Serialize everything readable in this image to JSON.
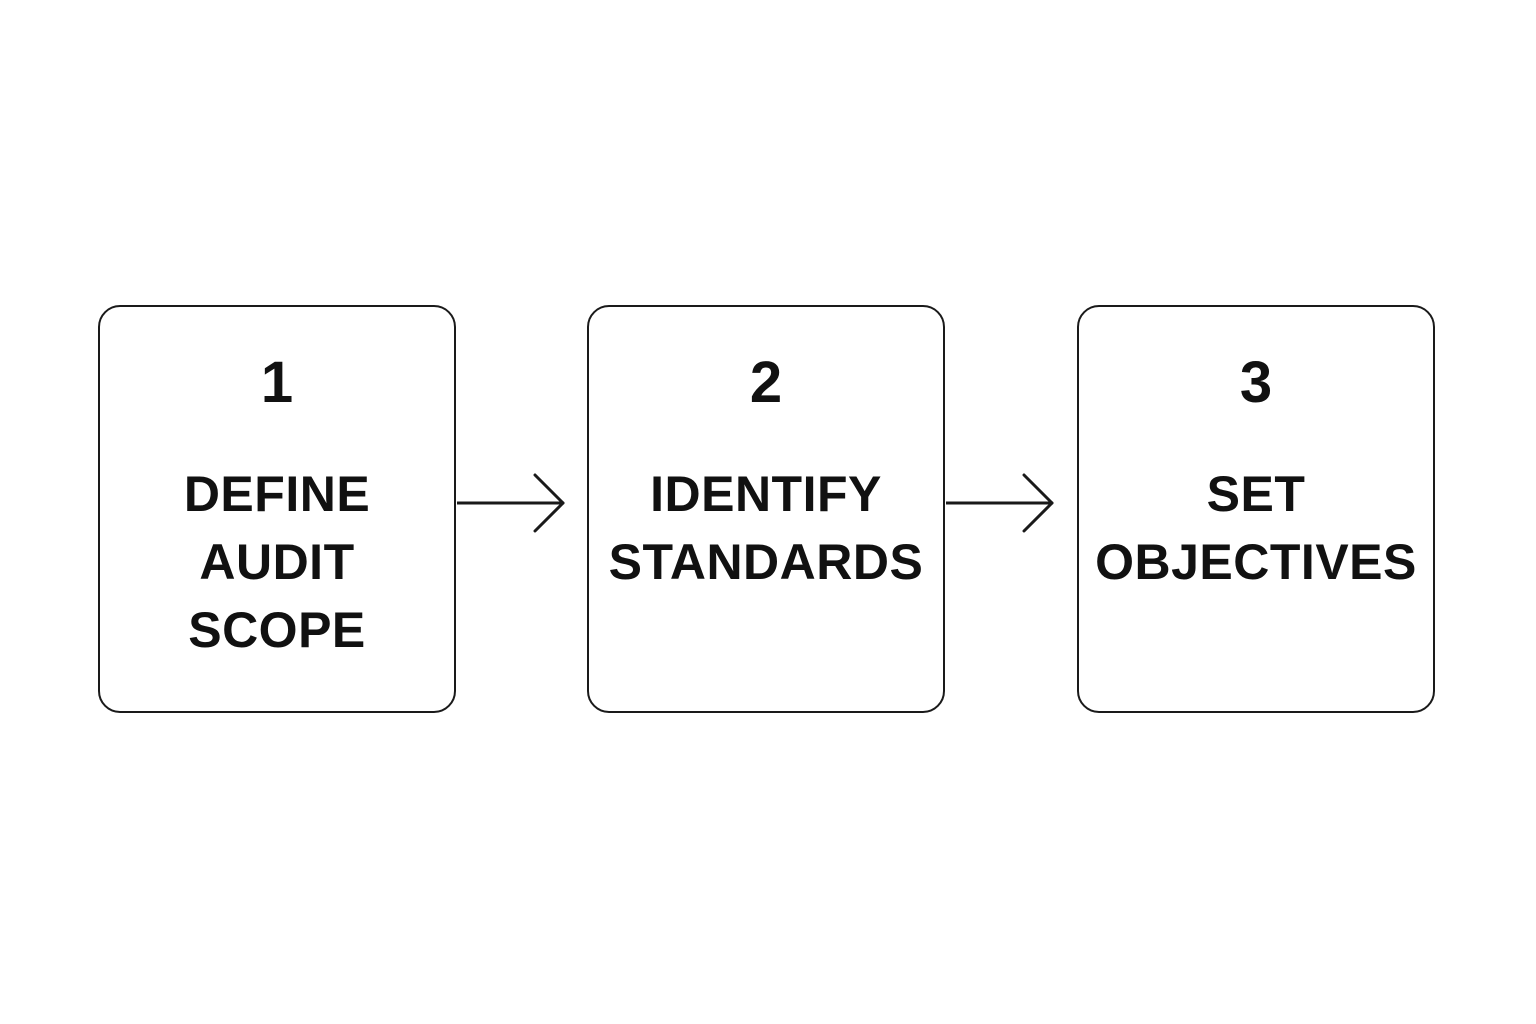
{
  "steps": [
    {
      "number": "1",
      "lines": [
        "DEFINE",
        "AUDIT",
        "SCOPE"
      ]
    },
    {
      "number": "2",
      "lines": [
        "IDENTIFY",
        "STANDARDS"
      ]
    },
    {
      "number": "3",
      "lines": [
        "SET",
        "OBJECTIVES"
      ]
    }
  ],
  "colors": {
    "stroke": "#1a1a1a",
    "text": "#111111",
    "background": "#ffffff"
  }
}
